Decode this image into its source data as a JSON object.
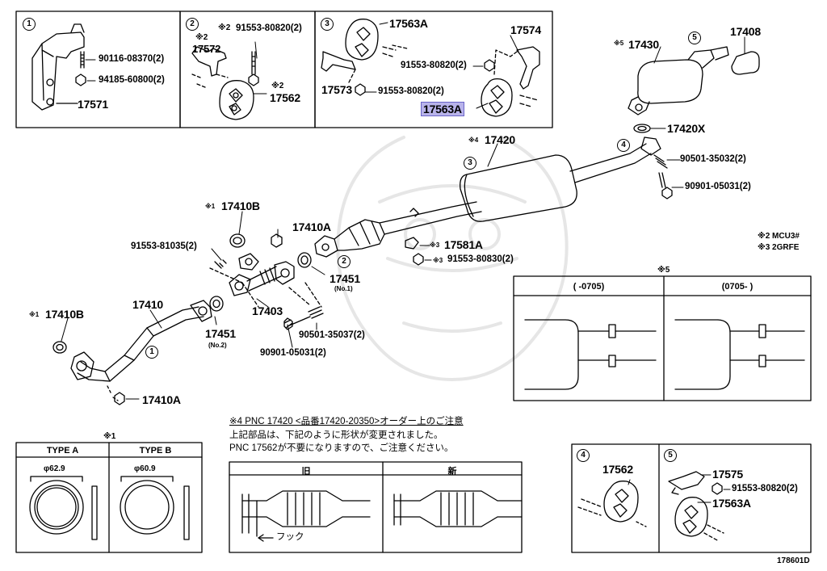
{
  "insets": {
    "inset1": {
      "number": "1",
      "labels": [
        "90116-08370(2)",
        "94185-60800(2)",
        "17571"
      ]
    },
    "inset2": {
      "number": "2",
      "note_mark": "※2",
      "labels": [
        "91553-80820(2)",
        "17572",
        "17562"
      ],
      "note_mark2": "※2",
      "note_mark3": "※2"
    },
    "inset3": {
      "number": "3",
      "labels": [
        "17563A",
        "17574",
        "91553-80820(2)",
        "17573",
        "91553-80820(2)",
        "17563A"
      ]
    }
  },
  "main": {
    "labels": {
      "p17430": "17430",
      "p17430_mark": "※5",
      "p17408": "17408",
      "c5": "5",
      "p17420x": "17420X",
      "c4": "4",
      "b90501a": "90501-35032(2)",
      "b90901a": "90901-05031(2)",
      "p17420": "17420",
      "p17420_mark": "※4",
      "c3": "3",
      "p17410b_top": "17410B",
      "p17410b_top_mark": "※1",
      "p17410a_top": "17410A",
      "b91553_81035": "91553-81035(2)",
      "c2": "2",
      "p17581a": "17581A",
      "p17581a_mark": "※3",
      "b91553_80830": "91553-80830(2)",
      "b91553_80830_mark": "※3",
      "p17451_1": "17451",
      "p17451_1_sub": "(No.1)",
      "p17403": "17403",
      "p17410": "17410",
      "p17410b": "17410B",
      "p17410b_mark": "※1",
      "p17451_2": "17451",
      "p17451_2_sub": "(No.2)",
      "c1": "1",
      "b90501b": "90501-35037(2)",
      "b90901b": "90901-05031(2)",
      "p17410a": "17410A"
    },
    "notes": [
      "※2 MCU3#",
      "※3 2GRFE"
    ]
  },
  "table5": {
    "title": "※5",
    "col1": "(      -0705)",
    "col2": "(0705-      )"
  },
  "table1": {
    "title": "※1",
    "type_a": "TYPE A",
    "type_b": "TYPE B",
    "dia_a": "φ62.9",
    "dia_b": "φ60.9"
  },
  "note4": {
    "heading": "※4  PNC 17420 <品番17420-20350>オーダー上のご注意",
    "line1": "上記部品は、下記のように形状が変更されました。",
    "line2": "PNC 17562が不要になりますので、ご注意ください。",
    "old": "旧",
    "new": "新",
    "hook": "フック"
  },
  "inset4": {
    "number": "4",
    "label": "17562"
  },
  "inset5": {
    "number": "5",
    "labels": [
      "17575",
      "91553-80820(2)",
      "17563A"
    ]
  },
  "figure_id": "178601D"
}
